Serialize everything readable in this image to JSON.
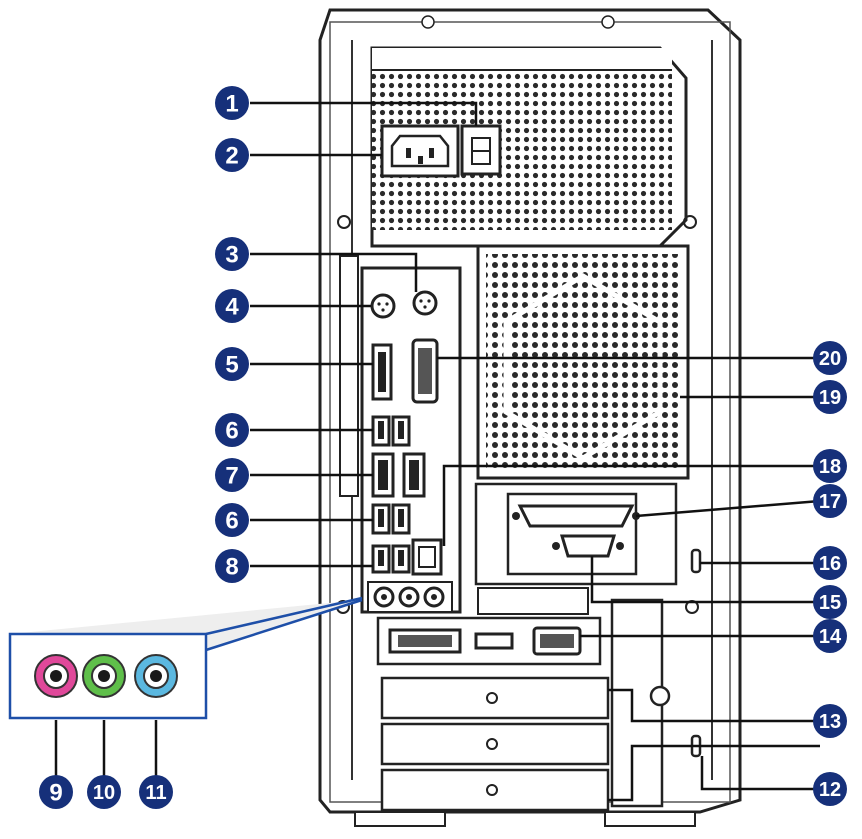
{
  "callouts": [
    {
      "number": "1"
    },
    {
      "number": "2"
    },
    {
      "number": "3"
    },
    {
      "number": "4"
    },
    {
      "number": "5"
    },
    {
      "number": "6"
    },
    {
      "number": "7"
    },
    {
      "number": "8"
    },
    {
      "number": "9"
    },
    {
      "number": "10"
    },
    {
      "number": "11"
    },
    {
      "number": "12"
    },
    {
      "number": "13"
    },
    {
      "number": "14"
    },
    {
      "number": "15"
    },
    {
      "number": "16"
    },
    {
      "number": "17"
    },
    {
      "number": "18"
    },
    {
      "number": "19"
    },
    {
      "number": "20"
    }
  ],
  "audio_jacks": [
    {
      "color": "#e0489a",
      "icon": "line-out-jack-icon"
    },
    {
      "color": "#5fbf4a",
      "icon": "mic-in-jack-icon"
    },
    {
      "color": "#5bb8e0",
      "icon": "line-in-jack-icon"
    }
  ],
  "colors": {
    "callout_badge": "#16307a",
    "case_outline": "#222222",
    "background": "#ffffff"
  }
}
